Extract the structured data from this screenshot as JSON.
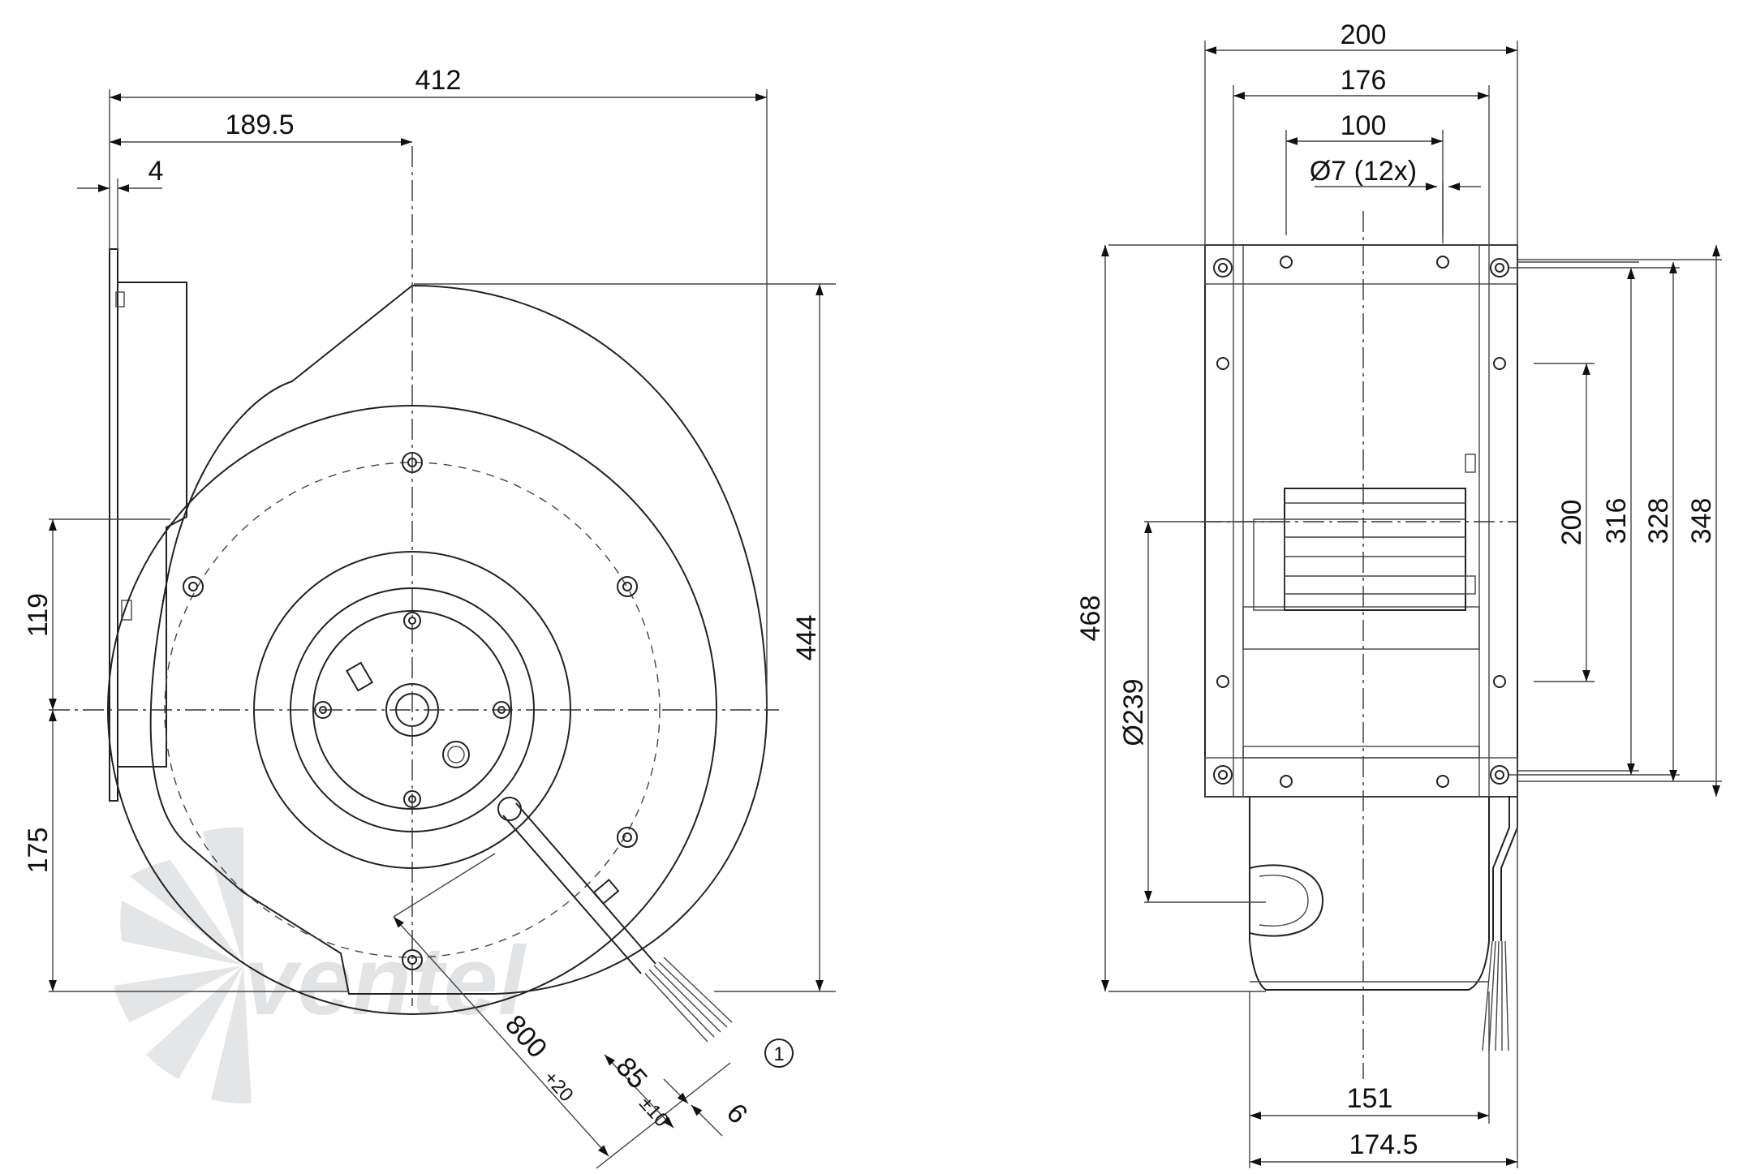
{
  "watermark": "ventel",
  "callout": "1",
  "left_view": {
    "dims": {
      "width_total": "412",
      "offset_center": "189.5",
      "flange": "4",
      "height_total": "444",
      "upper": "119",
      "lower": "175",
      "cable_length": "800",
      "cable_length_tol": "+20",
      "strip_length": "85",
      "strip_tol": "±10",
      "wire_end": "6"
    }
  },
  "right_view": {
    "dims": {
      "width_200": "200",
      "width_176": "176",
      "width_100": "100",
      "holes": "Ø7 (12x)",
      "height_468": "468",
      "dia_inlet": "Ø239",
      "h_200": "200",
      "h_316": "316",
      "h_328": "328",
      "h_348": "348",
      "bottom_151": "151",
      "bottom_174": "174.5"
    }
  }
}
